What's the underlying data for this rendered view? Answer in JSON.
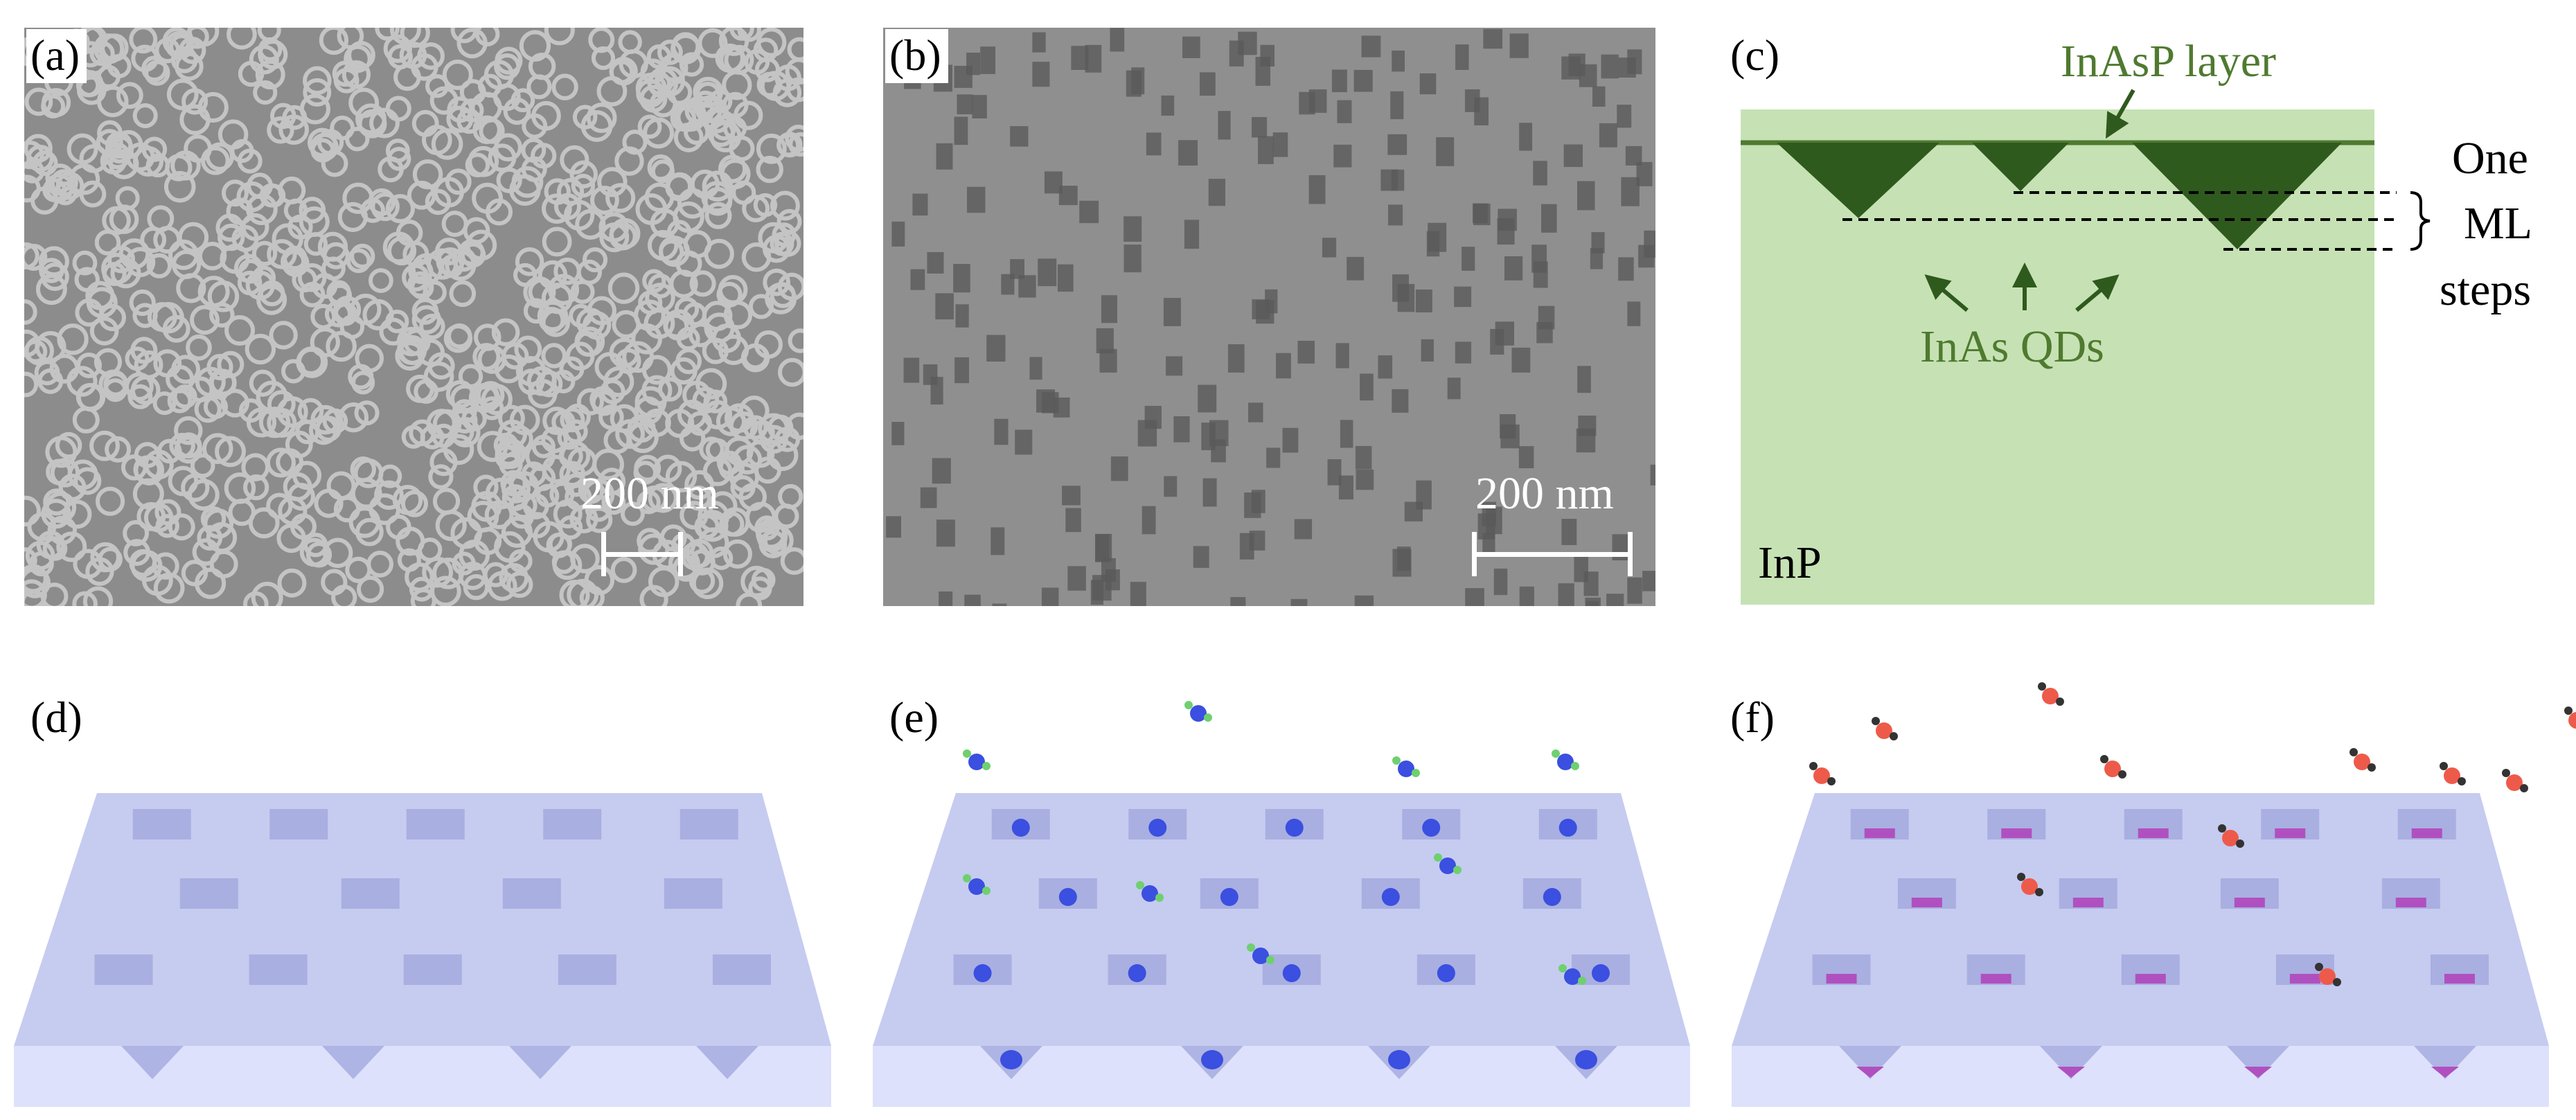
{
  "panels": {
    "a": {
      "label": "(a)",
      "scale_text": "200 nm"
    },
    "b": {
      "label": "(b)",
      "scale_text": "200 nm"
    },
    "c": {
      "label": "(c)",
      "layer_label": "InAsP layer",
      "qd_label": "InAs QDs",
      "substrate_label": "InP",
      "steps_line1": "One",
      "steps_line2": "ML",
      "steps_line3": "steps"
    },
    "d": {
      "label": "(d)"
    },
    "e": {
      "label": "(e)"
    },
    "f": {
      "label": "(f)"
    }
  },
  "colors": {
    "substrate_green": "#c6e2b4",
    "qd_dark_green": "#2f5a1d",
    "label_green": "#4f7a30",
    "slab_top": "#c6cbf0",
    "slab_front": "#dde1fb",
    "dot_blue": "#3b4fe0",
    "nitrogen_green": "#6fd06f",
    "oxygen_red": "#ee5a4a",
    "hydrogen_dark": "#333333",
    "deposit_magenta": "#b050c0"
  },
  "icons": {
    "molecule_e": "ammonia-like-molecule-icon",
    "molecule_f": "water-like-molecule-icon"
  }
}
